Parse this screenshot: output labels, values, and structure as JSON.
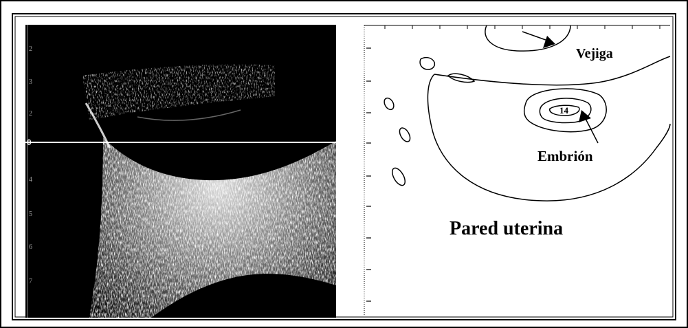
{
  "figure": {
    "left_panel": {
      "depth_ticks": [
        "2",
        "3",
        "2",
        "4",
        "5",
        "6",
        "7"
      ],
      "zero_label": "0"
    },
    "right_panel": {
      "labels": {
        "bladder": "Vejiga",
        "embryo": "Embrión",
        "uterine_wall": "Pared uterina",
        "embryo_size": "14"
      }
    }
  },
  "colors": {
    "scan_background": "#000000",
    "echo": "#ffffff",
    "drawing_ink": "#000000",
    "frame": "#000000"
  }
}
